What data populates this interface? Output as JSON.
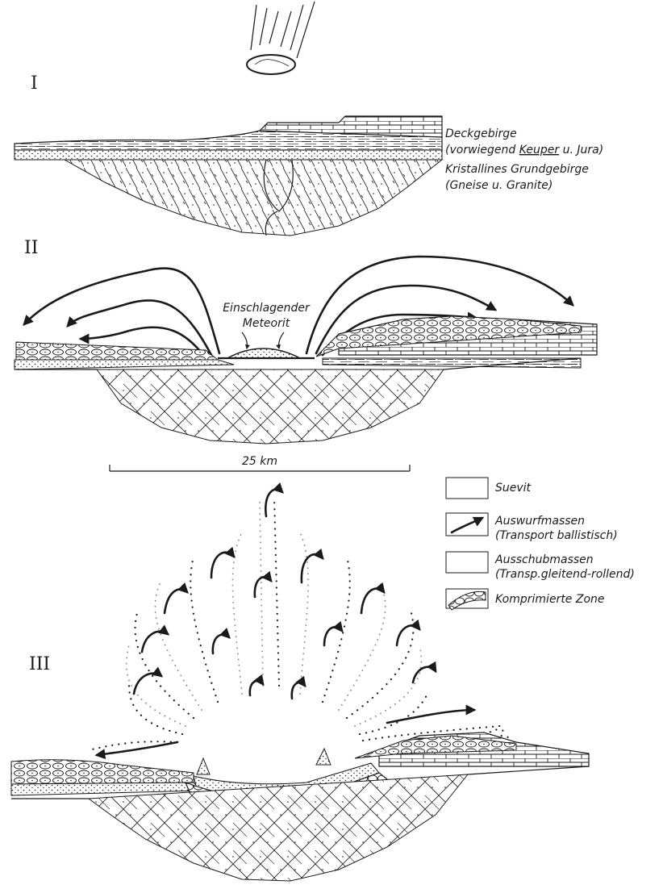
{
  "stages": {
    "one": "I",
    "two": "II",
    "three": "III"
  },
  "stage_one": {
    "cover_rock": "Deckgebirge",
    "cover_rock_detail_prefix": "(vorwiegend ",
    "cover_rock_detail_keuper": "Keuper",
    "cover_rock_detail_suffix": " u. Jura)",
    "basement": "Kristallines Grundgebirge",
    "basement_detail": "(Gneise u. Granite)"
  },
  "stage_two": {
    "meteor_line1": "Einschlagender",
    "meteor_line2": "Meteorit"
  },
  "scale": {
    "label": "25 km"
  },
  "legend": [
    {
      "title": "Suevit",
      "detail": "",
      "icon": "suevit-pattern-icon"
    },
    {
      "title": "Auswurfmassen",
      "detail": "(Transport ballistisch)",
      "icon": "ballistic-arrow-icon"
    },
    {
      "title": "Ausschubmassen",
      "detail": "(Transp.gleitend-rollend)",
      "icon": "ejecta-blocks-icon"
    },
    {
      "title": "Komprimierte Zone",
      "detail": "",
      "icon": "compressed-zone-icon"
    }
  ],
  "colors": {
    "ink": "#1a1a1a",
    "paper": "#ffffff"
  }
}
